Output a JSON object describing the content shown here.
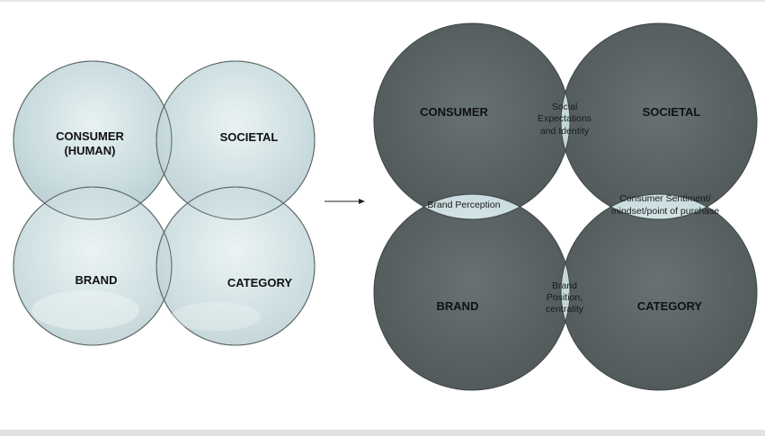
{
  "left_diagram": {
    "consumer_line1": "CONSUMER",
    "consumer_line2": "(HUMAN)",
    "societal": "SOCIETAL",
    "brand": "BRAND",
    "category": "CATEGORY"
  },
  "right_diagram": {
    "consumer": "CONSUMER",
    "societal": "SOCIETAL",
    "brand": "BRAND",
    "category": "CATEGORY",
    "overlap_top": [
      "Social",
      "Expectations",
      "and Identity"
    ],
    "overlap_left": "Brand Perception",
    "overlap_right": [
      "Consumer Sentiment/",
      "mindset/point of purchase"
    ],
    "overlap_bottom": [
      "Brand",
      "Position,",
      "centrality"
    ]
  },
  "colors": {
    "light_fill": "#cfe0e3",
    "dark_fill": "#545c5d",
    "outline": "#3c4444",
    "arrow": "#222222"
  }
}
